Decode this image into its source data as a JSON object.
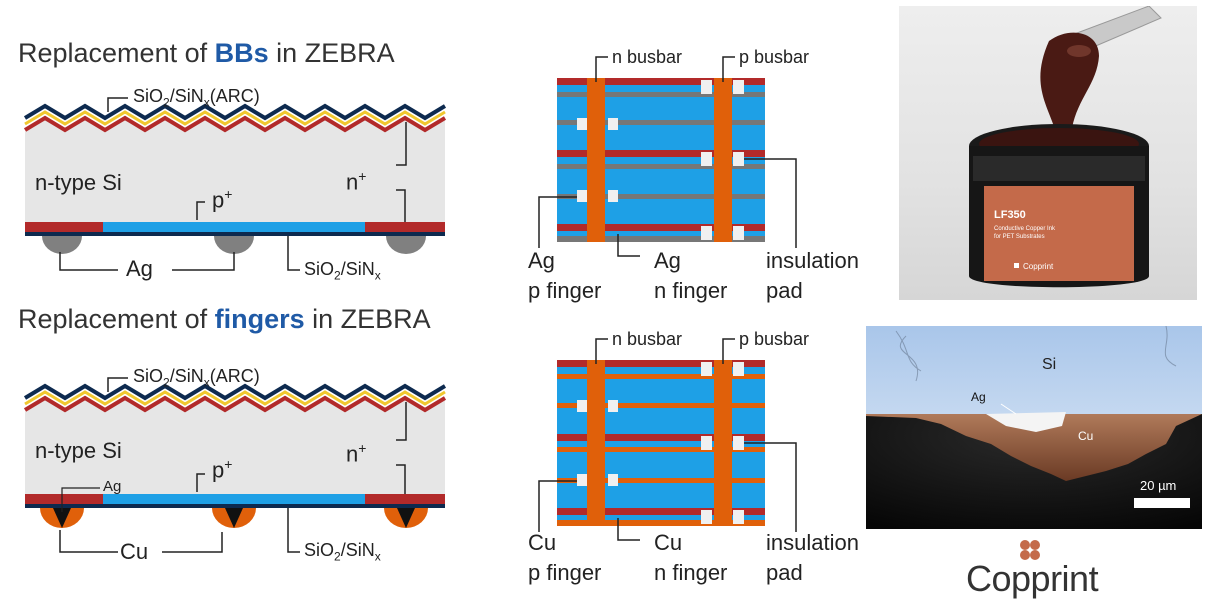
{
  "top": {
    "title_prefix": "Replacement of ",
    "title_highlight": "BBs",
    "title_suffix": " in ZEBRA",
    "arc_label": "SiO",
    "arc_sub1": "2",
    "arc_mid": "/SiN",
    "arc_sub2": "x",
    "arc_tail": "(ARC)",
    "substrate_label": "n-type Si",
    "p_label": "p",
    "p_sup": "+",
    "n_label": "n",
    "n_sup": "+",
    "metal_label": "Ag",
    "passiv_pre": "SiO",
    "passiv_sub1": "2",
    "passiv_mid": "/SiN",
    "passiv_sub2": "x",
    "grid": {
      "n_busbar": "n busbar",
      "p_busbar": "p busbar",
      "left_l1": "Ag",
      "left_l2": "p finger",
      "mid_l1": "Ag",
      "mid_l2": "n finger",
      "right_l1": "insulation",
      "right_l2": "pad"
    }
  },
  "bottom": {
    "title_prefix": "Replacement of ",
    "title_highlight": "fingers",
    "title_suffix": " in ZEBRA",
    "arc_label": "SiO",
    "arc_sub1": "2",
    "arc_mid": "/SiN",
    "arc_sub2": "x",
    "arc_tail": "(ARC)",
    "substrate_label": "n-type Si",
    "p_label": "p",
    "p_sup": "+",
    "n_label": "n",
    "n_sup": "+",
    "ag_label": "Ag",
    "metal_label": "Cu",
    "passiv_pre": "SiO",
    "passiv_sub1": "2",
    "passiv_mid": "/SiN",
    "passiv_sub2": "x",
    "grid": {
      "n_busbar": "n busbar",
      "p_busbar": "p busbar",
      "left_l1": "Cu",
      "left_l2": "p finger",
      "mid_l1": "Cu",
      "mid_l2": "n finger",
      "right_l1": "insulation",
      "right_l2": "pad"
    }
  },
  "photo": {
    "jar_label": "LF350",
    "jar_sub1": "Conductive Copper Ink",
    "jar_sub2": "for PET Substrates",
    "jar_brand": "Copprint"
  },
  "micro": {
    "si_label": "Si",
    "ag_label": "Ag",
    "cu_label": "Cu",
    "scale_label": "20 µm"
  },
  "brand": {
    "name": "Copprint"
  },
  "colors": {
    "silicon": "#e6e6e6",
    "p_region": "#1ea0e6",
    "n_region": "#b22a2a",
    "busbar": "#e0600a",
    "dark_layer": "#0d2a4f",
    "silver": "#808080",
    "copper": "#e0600a"
  }
}
